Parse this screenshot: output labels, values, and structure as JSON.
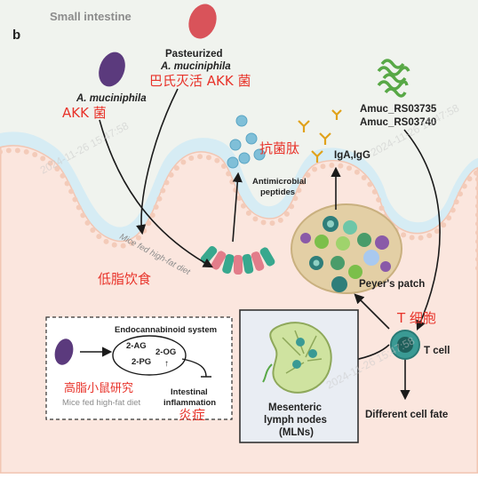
{
  "panel_label": "b",
  "region_label": "Small intestine",
  "watermark": "2024-11-26 15:47:58",
  "akk": {
    "name": "A. muciniphila",
    "name_cn": "AKK 菌"
  },
  "pasteurized": {
    "line1": "Pasteurized",
    "line2": "A. muciniphila",
    "name_cn": "巴氏灭活 AKK 菌"
  },
  "amuc": {
    "line1": "Amuc_RS03735",
    "line2": "Amuc_RS03740"
  },
  "amp": {
    "cn": "抗菌肽",
    "line1": "Antimicrobial",
    "line2": "peptides"
  },
  "iga": "IgA,IgG",
  "mice_fed_diagonal": "Mice fed high-fat diet",
  "low_fat_cn": "低脂饮食",
  "peyers_patch": "Peyer's patch",
  "t_cell": {
    "label": "T cell",
    "cn": "T 细胞"
  },
  "different_fate": "Different cell fate",
  "mln": {
    "line1": "Mesenteric",
    "line2": "lymph nodes",
    "line3": "(MLNs)"
  },
  "inset": {
    "title": "Endocannabinoid system",
    "ag": "2-AG",
    "og": "2-OG",
    "pg": "2-PG",
    "up_arrow": "↑",
    "cn": "高脂小鼠研究",
    "mice": "Mice fed high-fat diet",
    "inflammation_line1": "Intestinal",
    "inflammation_line2": "inflammation",
    "inflammation_cn": "炎症"
  },
  "colors": {
    "lumen": "#f0f3ee",
    "mucus": "#d6ecf4",
    "tissue": "#fbe6de",
    "villus_edge": "#f2c6b3",
    "akk_purple": "#5b3a7d",
    "pasteurized_red": "#d9535a",
    "amuc_green": "#58a846",
    "cn_red": "#e8332a",
    "t_cell_teal": "#3a9a94",
    "mln_green": "#cfe3a0"
  }
}
